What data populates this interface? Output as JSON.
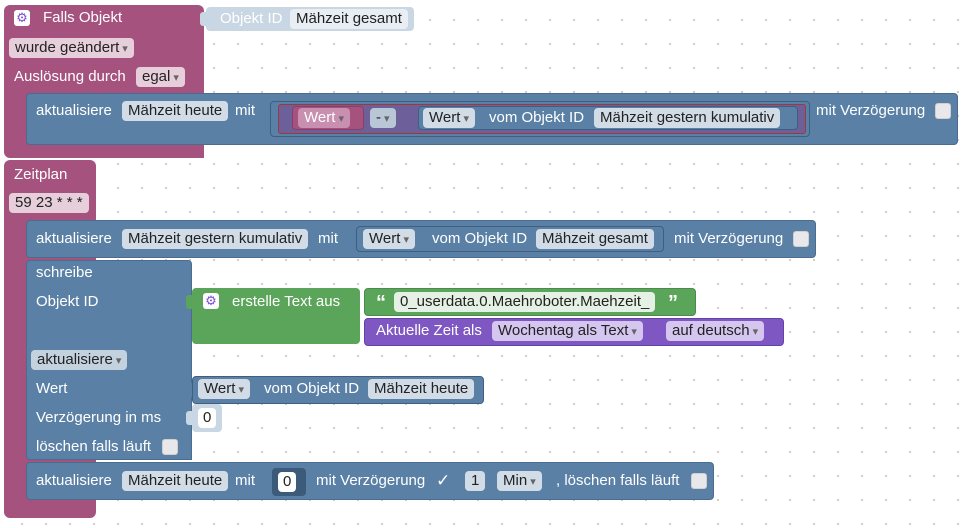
{
  "trigger": {
    "title": "Falls Objekt",
    "object_label": "Objekt ID",
    "object_value": "Mähzeit gesamt",
    "change_option": "wurde geändert",
    "trigger_label": "Auslösung durch",
    "trigger_value": "egal"
  },
  "update1": {
    "label": "aktualisiere",
    "target": "Mähzeit heute",
    "with": "mit",
    "value_a": "Wert",
    "operator": "-",
    "value_b": "Wert",
    "from_object": "vom Objekt ID",
    "object_b": "Mähzeit gestern kumulativ",
    "delay_label": "mit Verzögerung"
  },
  "schedule": {
    "title": "Zeitplan",
    "cron": "59 23 * * *"
  },
  "update2": {
    "label": "aktualisiere",
    "target": "Mähzeit gestern kumulativ",
    "with": "mit",
    "value": "Wert",
    "from_object": "vom Objekt ID",
    "object": "Mähzeit gesamt",
    "delay_label": "mit Verzögerung"
  },
  "write": {
    "title": "schreibe",
    "object_label": "Objekt ID",
    "create_text": "erstelle Text aus",
    "text_value": "0_userdata.0.Maehroboter.Maehzeit_",
    "time_label": "Aktuelle Zeit als",
    "time_format": "Wochentag als Text",
    "language": "auf deutsch",
    "mode": "aktualisiere",
    "value_label": "Wert",
    "value": "Wert",
    "from_object": "vom Objekt ID",
    "object": "Mähzeit heute",
    "delay_label": "Verzögerung in ms",
    "delay_value": "0",
    "clear_label": "löschen falls läuft"
  },
  "update3": {
    "label": "aktualisiere",
    "target": "Mähzeit heute",
    "with": "mit",
    "value": "0",
    "delay_label": "mit Verzögerung",
    "check": "✓",
    "amount": "1",
    "unit": "Min",
    "clear_label": ", löschen falls läuft"
  },
  "colors": {
    "event": "#A5527F",
    "action": "#5B80A5",
    "text": "#5BA55B",
    "time": "#7E57C2"
  }
}
